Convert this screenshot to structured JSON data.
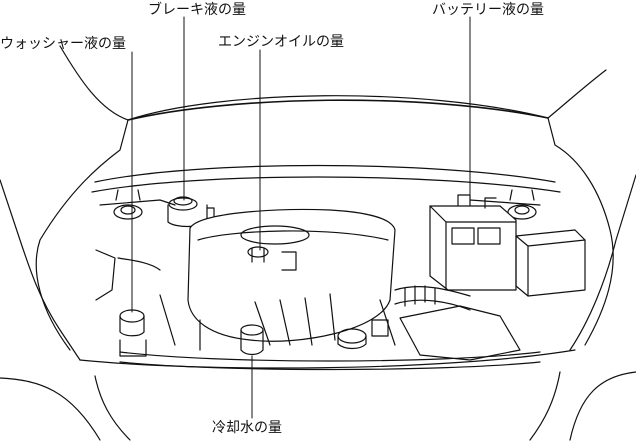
{
  "callouts": {
    "brake_fluid": "ブレーキ液の量",
    "battery_fluid": "バッテリー液の量",
    "washer_fluid": "ウォッシャー液の量",
    "engine_oil": "エンジンオイルの量",
    "coolant": "冷却水の量"
  }
}
